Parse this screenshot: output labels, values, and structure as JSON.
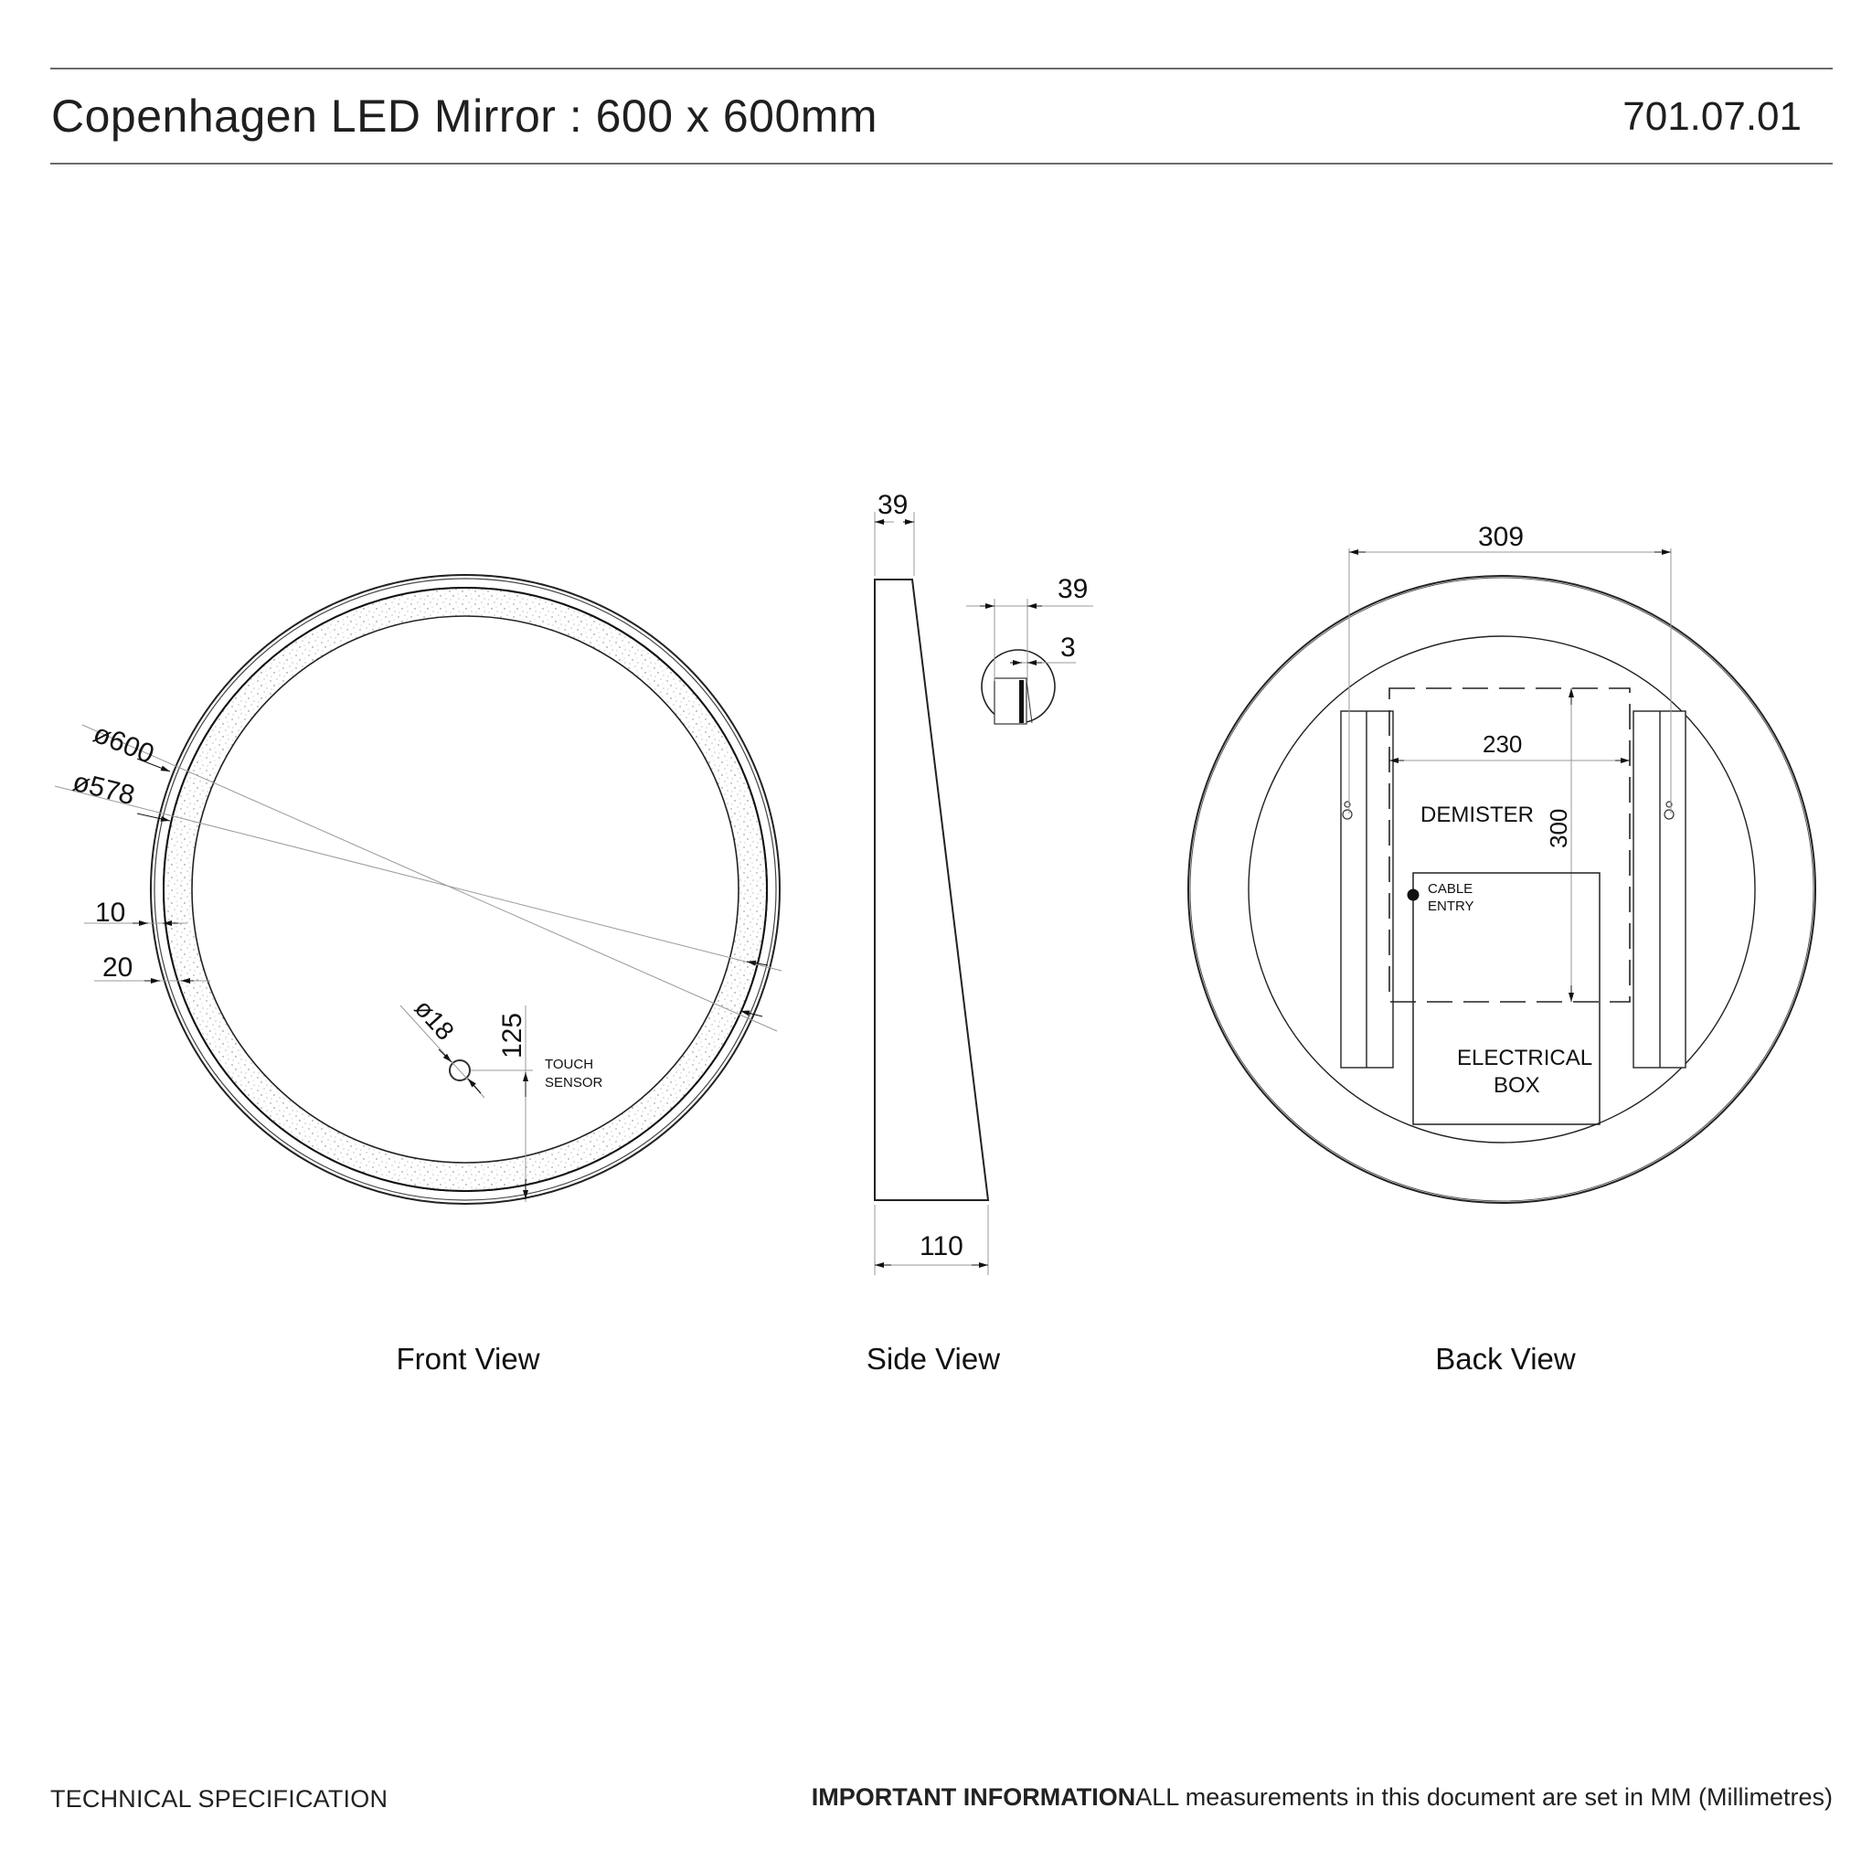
{
  "header": {
    "title": "Copenhagen LED Mirror : 600 x 600mm",
    "product_code": "701.07.01"
  },
  "views": {
    "front": {
      "label": "Front View",
      "dimensions": {
        "outer_diameter": "ø600",
        "inner_diameter": "ø578",
        "frame_inset": "10",
        "led_band_width": "20",
        "sensor_diameter": "ø18",
        "sensor_offset_from_bottom": "125"
      },
      "annotations": {
        "touch_sensor_line1": "TOUCH",
        "touch_sensor_line2": "SENSOR"
      }
    },
    "side": {
      "label": "Side View",
      "dimensions": {
        "top_depth": "39",
        "bottom_depth": "110",
        "detail_depth": "39",
        "detail_glass": "3"
      }
    },
    "back": {
      "label": "Back View",
      "dimensions": {
        "bracket_span": "309",
        "demister_width": "230",
        "demister_height": "300"
      },
      "annotations": {
        "demister": "DEMISTER",
        "cable_entry_line1": "CABLE",
        "cable_entry_line2": "ENTRY",
        "electrical_box_line1": "ELECTRICAL",
        "electrical_box_line2": "BOX"
      }
    }
  },
  "footer": {
    "left": "TECHNICAL SPECIFICATION",
    "important_label": "IMPORTANT INFORMATION",
    "important_text": "ALL measurements in this document are set in MM (Millimetres)"
  },
  "colors": {
    "line": "#1a1a1a",
    "dimension_line": "#9a9a9a",
    "rule": "#6b6b6b"
  }
}
